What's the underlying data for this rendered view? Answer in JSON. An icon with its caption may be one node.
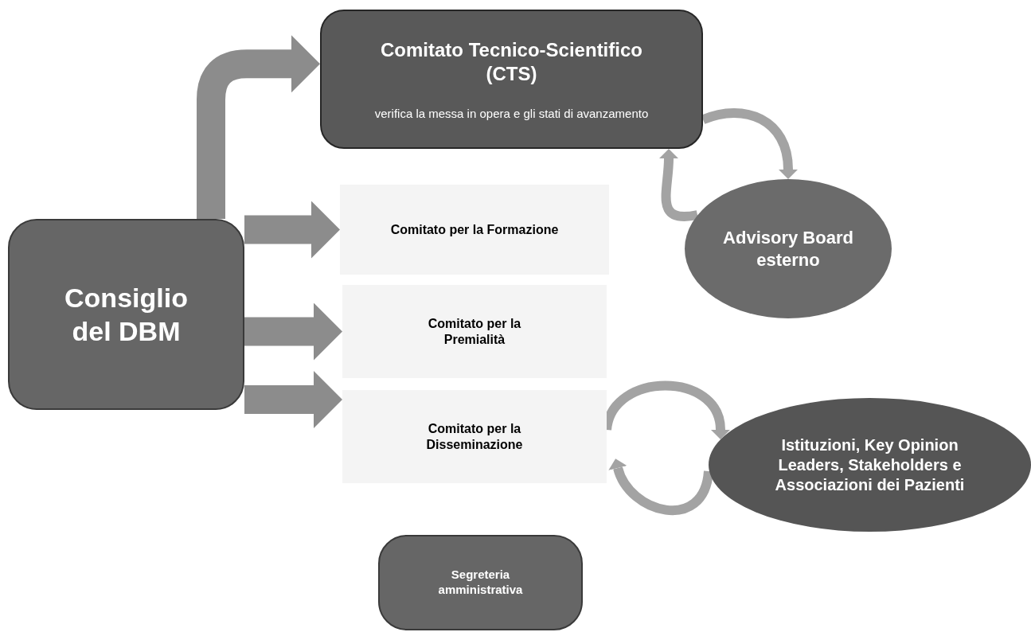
{
  "diagram": {
    "nodes": [
      {
        "text": [
          "Consiglio del DBM"
        ]
      },
      {
        "text": [
          "Comitato Tecnico-Scientifico (CTS)",
          "verifica la messa in opera e gli stati di avanzamento"
        ]
      },
      {
        "text": [
          "Comitato per la Formazione"
        ]
      },
      {
        "text": [
          "Comitato per la Premialità"
        ]
      },
      {
        "text": [
          "Comitato per la Disseminazione"
        ]
      },
      {
        "text": [
          "Advisory Board esterno"
        ]
      },
      {
        "text": [
          "Istituzioni, Key Opinion Leaders, Stakeholders e Associazioni dei Pazienti"
        ]
      },
      {
        "text": [
          "Segreteria amministrativa"
        ]
      }
    ],
    "edges": [
      {
        "from": 0,
        "to": 1,
        "arrow": "to",
        "style": "thick"
      },
      {
        "from": 0,
        "to": 2,
        "arrow": "to",
        "style": "thick"
      },
      {
        "from": 0,
        "to": 3,
        "arrow": "to",
        "style": "thick"
      },
      {
        "from": 0,
        "to": 4,
        "arrow": "to",
        "style": "thick"
      },
      {
        "from": 1,
        "to": 5,
        "arrow": "to"
      },
      {
        "from": 5,
        "to": 1,
        "arrow": "to"
      },
      {
        "from": 4,
        "to": 6,
        "arrow": "to"
      },
      {
        "from": 6,
        "to": 4,
        "arrow": "to"
      }
    ]
  }
}
